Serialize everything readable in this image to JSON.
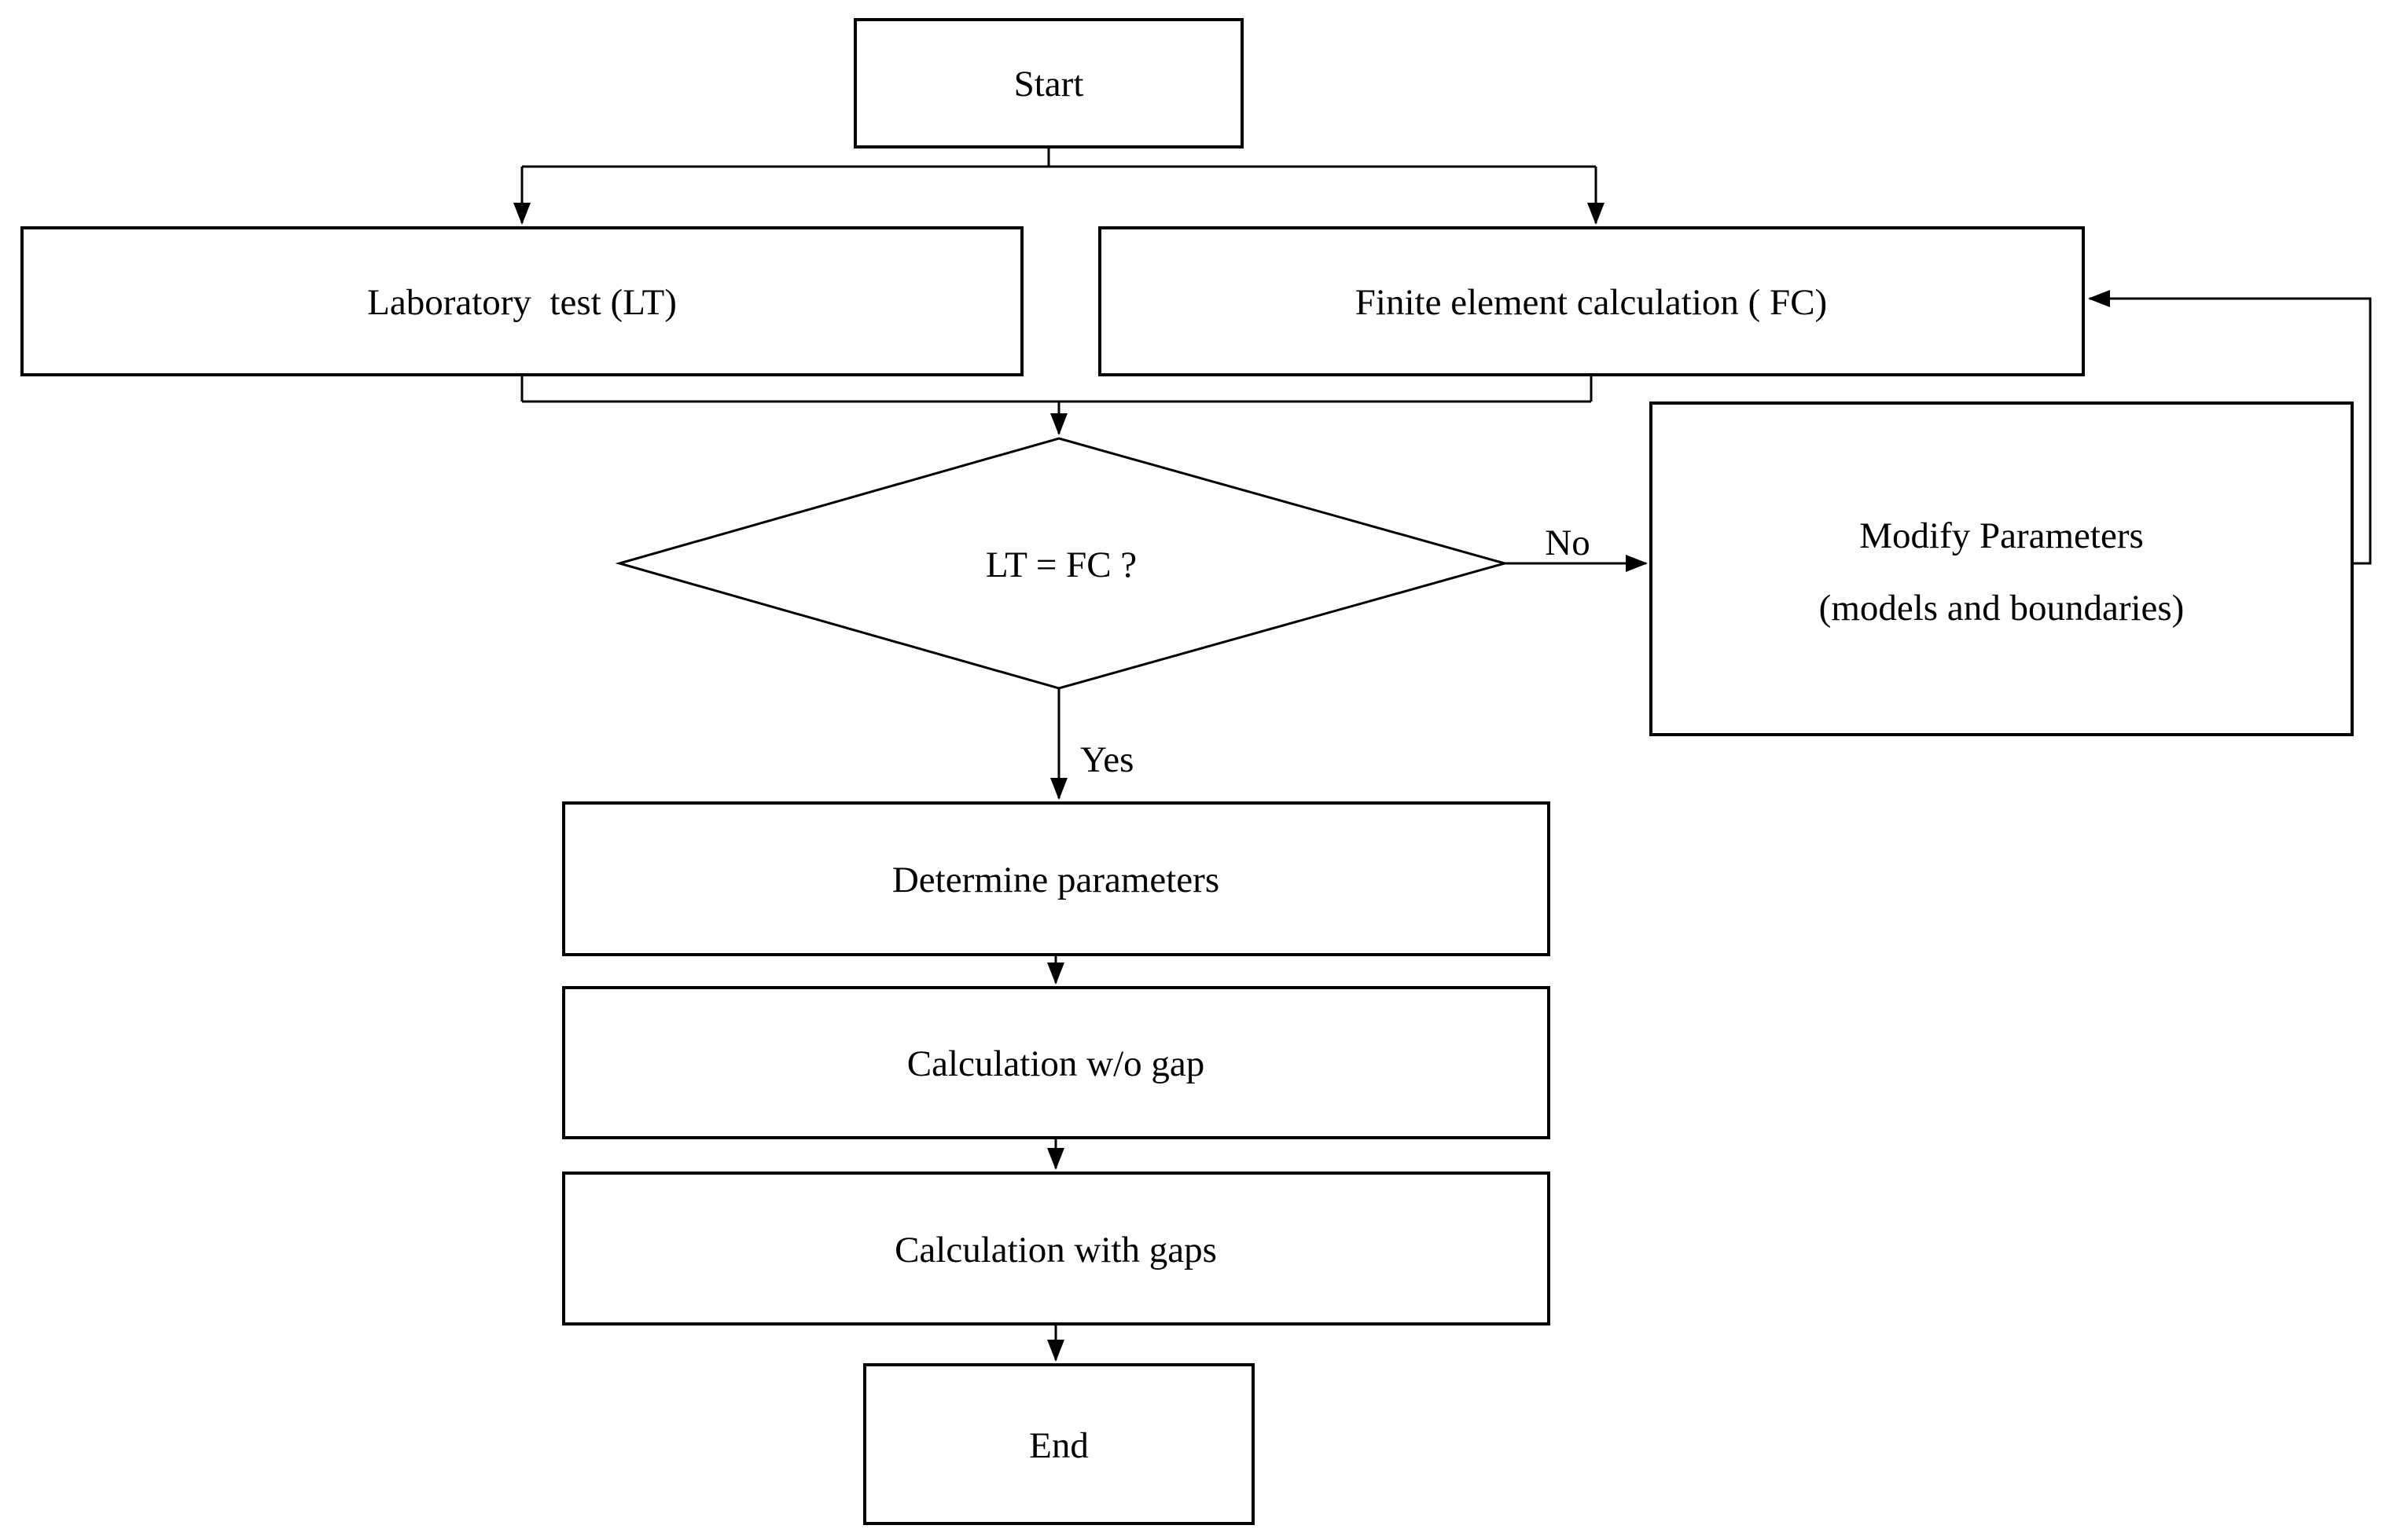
{
  "diagram": {
    "background_color": "#ffffff",
    "line_color": "#000000",
    "nodes": {
      "start": "Start",
      "laboratory_test": "Laboratory  test (LT)",
      "finite_element_calculation": "Finite element calculation ( FC)",
      "decision": "LT = FC ?",
      "modify_parameters_line1": "Modify Parameters",
      "modify_parameters_line2": "(models and boundaries)",
      "determine_parameters": "Determine parameters",
      "calculation_without_gap": "Calculation w/o gap",
      "calculation_with_gaps": "Calculation with gaps",
      "end": "End"
    },
    "edge_labels": {
      "no": "No",
      "yes": "Yes"
    }
  }
}
